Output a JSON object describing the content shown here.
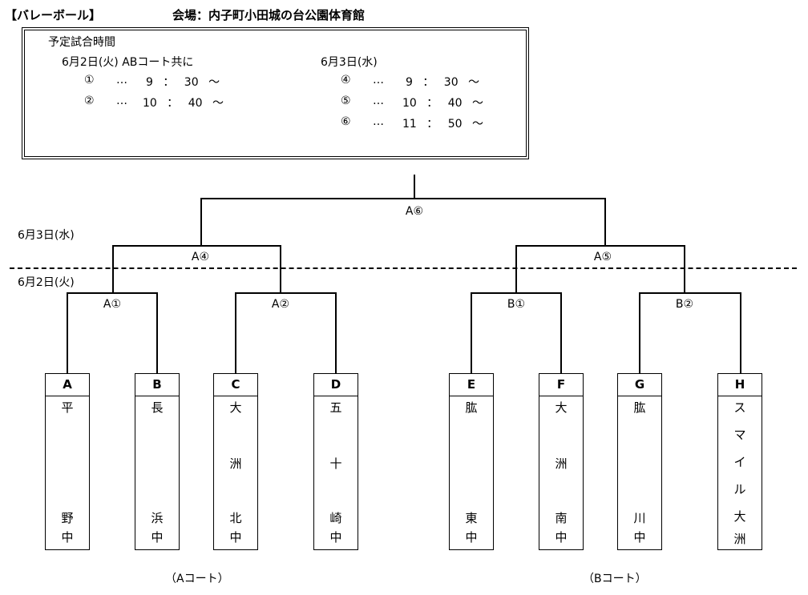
{
  "header": {
    "category": "【バレーボール】",
    "venue": "会場：内子町小田城の台公園体育館"
  },
  "schedule": {
    "title": "予定試合時間",
    "day1": {
      "label": "6月2日(火) ABコート共に",
      "rows": [
        {
          "num": "①",
          "dots": "…",
          "time": "9 ： 30 〜"
        },
        {
          "num": "②",
          "dots": "…",
          "time": "10 ： 40 〜"
        }
      ]
    },
    "day2": {
      "label": "6月3日(水)",
      "rows": [
        {
          "num": "④",
          "dots": "…",
          "time": "9 ： 30 〜"
        },
        {
          "num": "⑤",
          "dots": "…",
          "time": "10 ： 40 〜"
        },
        {
          "num": "⑥",
          "dots": "…",
          "time": "11 ： 50 〜"
        }
      ]
    }
  },
  "dates": {
    "day2": "6月3日(水)",
    "day1": "6月2日(火)"
  },
  "matches": {
    "final": "A⑥",
    "semi_left": "A④",
    "semi_right": "A⑤",
    "r1_a1": "A①",
    "r1_a2": "A②",
    "r1_b1": "B①",
    "r1_b2": "B②"
  },
  "teams": [
    {
      "letter": "A",
      "chars": [
        "平",
        "野",
        "中"
      ]
    },
    {
      "letter": "B",
      "chars": [
        "長",
        "浜",
        "中"
      ]
    },
    {
      "letter": "C",
      "chars": [
        "大",
        "洲",
        "北",
        "中"
      ]
    },
    {
      "letter": "D",
      "chars": [
        "五",
        "十",
        "崎",
        "中"
      ]
    },
    {
      "letter": "E",
      "chars": [
        "肱",
        "東",
        "中"
      ]
    },
    {
      "letter": "F",
      "chars": [
        "大",
        "洲",
        "南",
        "中"
      ]
    },
    {
      "letter": "G",
      "chars": [
        "肱",
        "川",
        "中"
      ]
    },
    {
      "letter": "H",
      "chars": [
        "ス",
        "マ",
        "イ",
        "ル",
        "大",
        "洲"
      ]
    }
  ],
  "courts": {
    "a": "（Aコート）",
    "b": "（Bコート）"
  }
}
